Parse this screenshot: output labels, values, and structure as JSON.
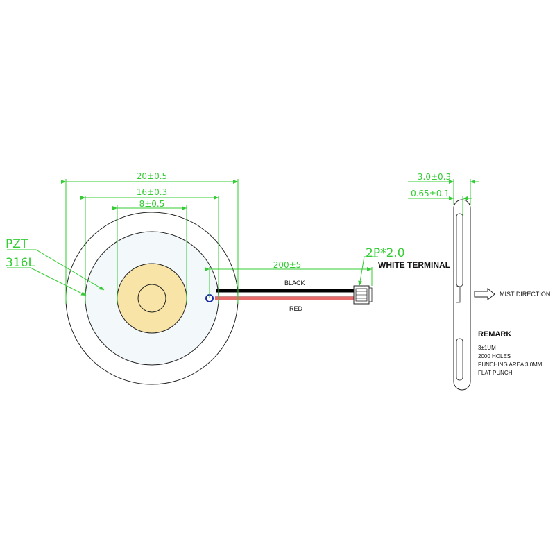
{
  "colors": {
    "dimension": "#33cc33",
    "outline": "#222222",
    "pzt": "#f7e4a6",
    "disc_fill": "#f3f8fa",
    "wire_black": "#111111",
    "wire_red": "#e86a6a",
    "junction": "#1a2ca8"
  },
  "dimensions": {
    "outer_diameter": "20±0.5",
    "mid_diameter": "16±0.3",
    "inner_diameter": "8±0.5",
    "wire_length": "200±5",
    "thickness_total": "3.0±0.3",
    "thickness_plate": "0.65±0.1"
  },
  "callouts": {
    "pzt": "PZT",
    "steel": "316L",
    "terminal_spec": "2P*2.0",
    "terminal_name": "WHITE TERMINAL"
  },
  "wires": {
    "black_label": "BLACK",
    "red_label": "RED"
  },
  "side_view": {
    "mist_label": "MIST DIRECTION",
    "arrow_icon": "arrow-right-icon"
  },
  "remark": {
    "title": "REMARK",
    "lines": [
      "3±1UM",
      "2000 HOLES",
      "PUNCHING AREA 3.0MM",
      "FLAT PUNCH"
    ]
  }
}
